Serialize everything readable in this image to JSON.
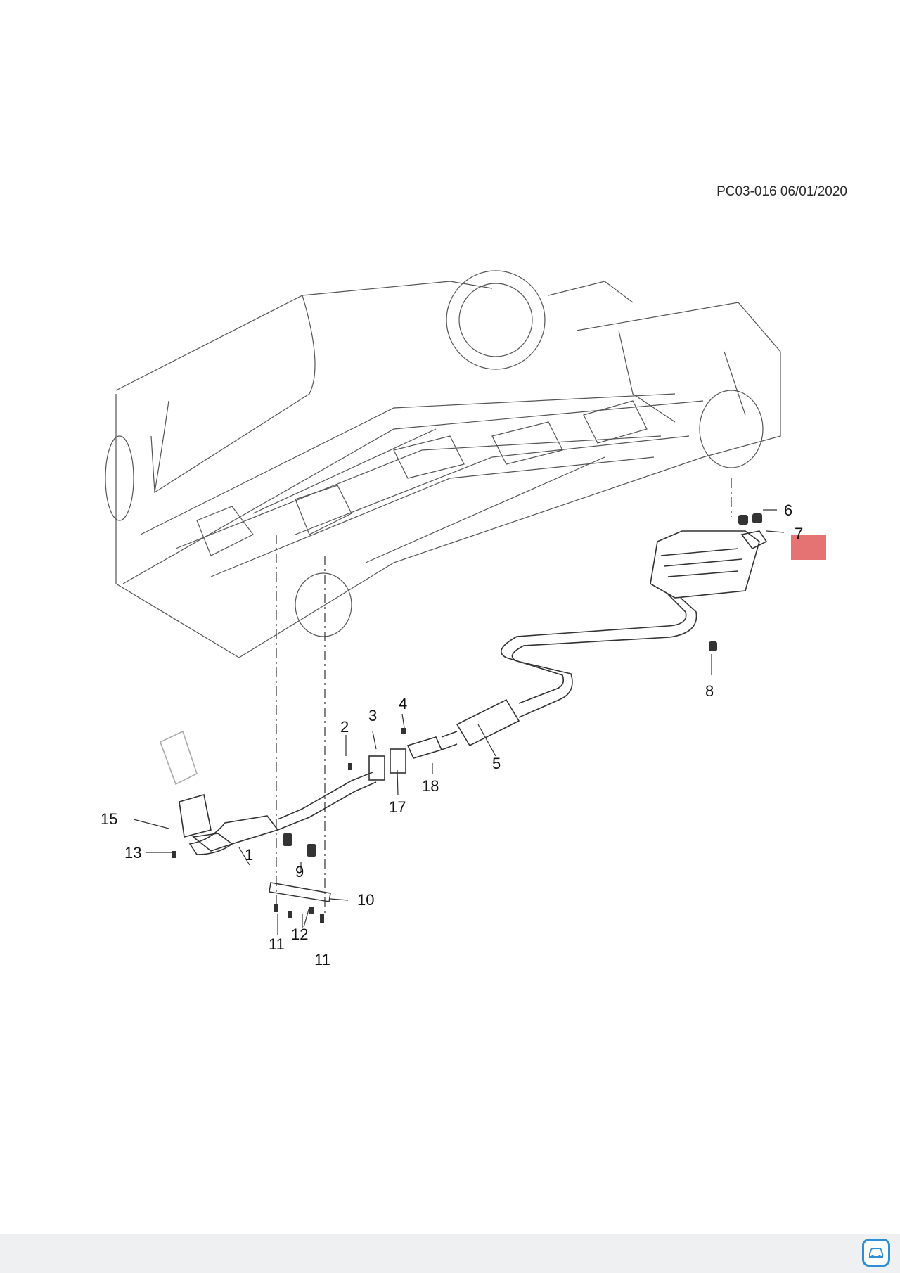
{
  "diagram": {
    "reference": "PC03-016 06/01/2020",
    "callouts": [
      "1",
      "2",
      "3",
      "4",
      "5",
      "6",
      "7",
      "8",
      "9",
      "10",
      "11",
      "12",
      "13",
      "15",
      "17",
      "18",
      "11"
    ],
    "highlight_color": "#e57373",
    "line_color": "#444444"
  },
  "badge": {
    "icon": "car-chat-icon",
    "color": "#2f8fd6"
  }
}
